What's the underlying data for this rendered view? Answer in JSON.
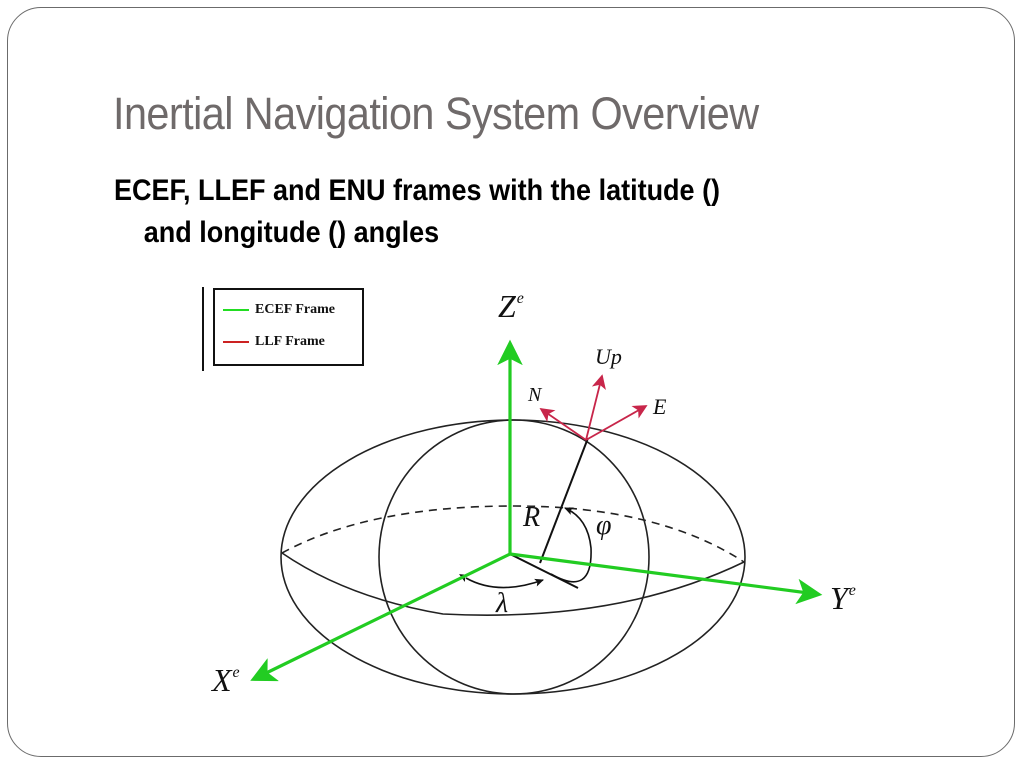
{
  "slide": {
    "title": "Inertial Navigation System Overview",
    "bullet": {
      "line1": "ECEF, LLEF and ENU frames with the latitude ()",
      "line2": "and longitude () angles"
    }
  },
  "figure": {
    "legend": {
      "items": [
        {
          "label": "ECEF Frame",
          "color": "#22dd22"
        },
        {
          "label": "LLF Frame",
          "color": "#cc2222"
        }
      ]
    },
    "axes": {
      "z": {
        "base": "Z",
        "sup": "e"
      },
      "y": {
        "base": "Y",
        "sup": "e"
      },
      "x": {
        "base": "X",
        "sup": "e"
      }
    },
    "llf_axes": {
      "up": "Up",
      "north": "N",
      "east": "E"
    },
    "symbols": {
      "radius": "R",
      "latitude": "φ",
      "longitude": "λ"
    },
    "colors": {
      "ecef": "#22cc22",
      "llf": "#c8264a",
      "ellipse": "#222222"
    }
  }
}
